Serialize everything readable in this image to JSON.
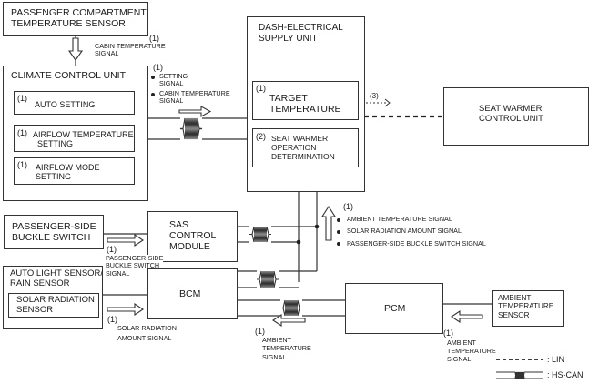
{
  "components": {
    "passenger_compartment_sensor": "PASSENGER COMPARTMENT\nTEMPERATURE SENSOR",
    "climate_control_unit": "CLIMATE CONTROL UNIT",
    "auto_setting": "AUTO SETTING",
    "airflow_temperature_setting": "AIRFLOW TEMPERATURE\n  SETTING",
    "airflow_mode_setting": "AIRFLOW MODE\nSETTING",
    "dash_electrical_supply_unit": "DASH-ELECTRICAL\nSUPPLY UNIT",
    "target_temperature": "TARGET\nTEMPERATURE",
    "seat_warmer_operation_determination": "SEAT WARMER\nOPERATION\nDETERMINATION",
    "seat_warmer_control_unit": "SEAT WARMER\nCONTROL UNIT",
    "passenger_side_buckle_switch": "PASSENGER-SIDE\nBUCKLE SWITCH",
    "sas_control_module": "SAS\nCONTROL\nMODULE",
    "auto_light_rain_sensor": "AUTO LIGHT SENSOR/\nRAIN SENSOR",
    "solar_radiation_sensor": "SOLAR RADIATION\nSENSOR",
    "bcm": "BCM",
    "pcm": "PCM",
    "ambient_temperature_sensor": "AMBIENT\nTEMPERATURE\nSENSOR"
  },
  "step_labels": {
    "one": "(1)",
    "two": "(2)",
    "three": "(3)"
  },
  "signals": {
    "cabin_temperature_signal": "CABIN TEMPERATURE\nSIGNAL",
    "setting_signal": "SETTING\nSIGNAL",
    "cabin_temperature_signal_2": "CABIN TEMPERATURE\nSIGNAL",
    "ambient_temperature_signal_list": "AMBIENT TEMPERATURE SIGNAL",
    "solar_radiation_amount_signal_list": "SOLAR RADIATION AMOUNT SIGNAL",
    "passenger_side_buckle_switch_signal_list": "PASSENGER-SIDE BUCKLE SWITCH SIGNAL",
    "passenger_side_buckle_switch_signal": "PASSENGER-SIDE\nBUCKLE SWITCH\nSIGNAL",
    "solar_radiation_amount_signal": "SOLAR RADIATION\nAMOUNT SIGNAL",
    "ambient_temperature_signal_bcm": "AMBIENT\nTEMPERATURE\nSIGNAL",
    "ambient_temperature_signal_pcm": "AMBIENT\nTEMPERATURE\nSIGNAL"
  },
  "legend": {
    "lin": ": LIN",
    "hs_can": ": HS-CAN"
  }
}
